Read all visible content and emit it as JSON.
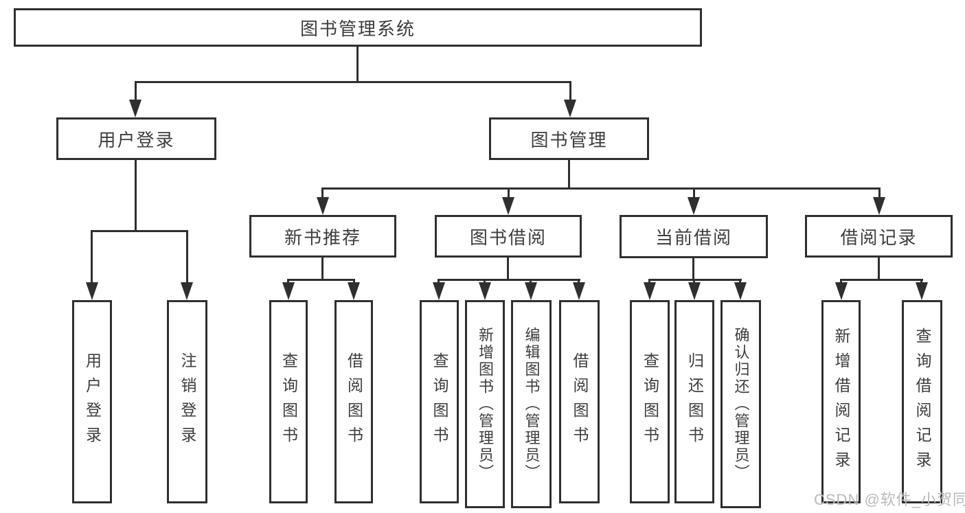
{
  "colors": {
    "line": "#2f2f2f",
    "text": "#3d3d3d",
    "background": "#ffffff",
    "watermark": "#b9b9b9"
  },
  "tree": {
    "root": {
      "label": "图书管理系统"
    },
    "branches": [
      {
        "label": "用户登录",
        "children": [
          {
            "label": "用户登录"
          },
          {
            "label": "注销登录"
          }
        ]
      },
      {
        "label": "图书管理",
        "sections": [
          {
            "label": "新书推荐",
            "children": [
              {
                "label": "查询图书"
              },
              {
                "label": "借阅图书"
              }
            ]
          },
          {
            "label": "图书借阅",
            "children": [
              {
                "label": "查询图书"
              },
              {
                "label": "新增图书（管理员）"
              },
              {
                "label": "编辑图书（管理员）"
              },
              {
                "label": "借阅图书"
              }
            ]
          },
          {
            "label": "当前借阅",
            "children": [
              {
                "label": "查询图书"
              },
              {
                "label": "归还图书"
              },
              {
                "label": "确认归还（管理员）"
              }
            ]
          },
          {
            "label": "借阅记录",
            "children": [
              {
                "label": "新增借阅记录"
              },
              {
                "label": "查询借阅记录"
              }
            ]
          }
        ]
      }
    ]
  },
  "watermark": {
    "text": "CSDN @软件_小贺同学"
  }
}
